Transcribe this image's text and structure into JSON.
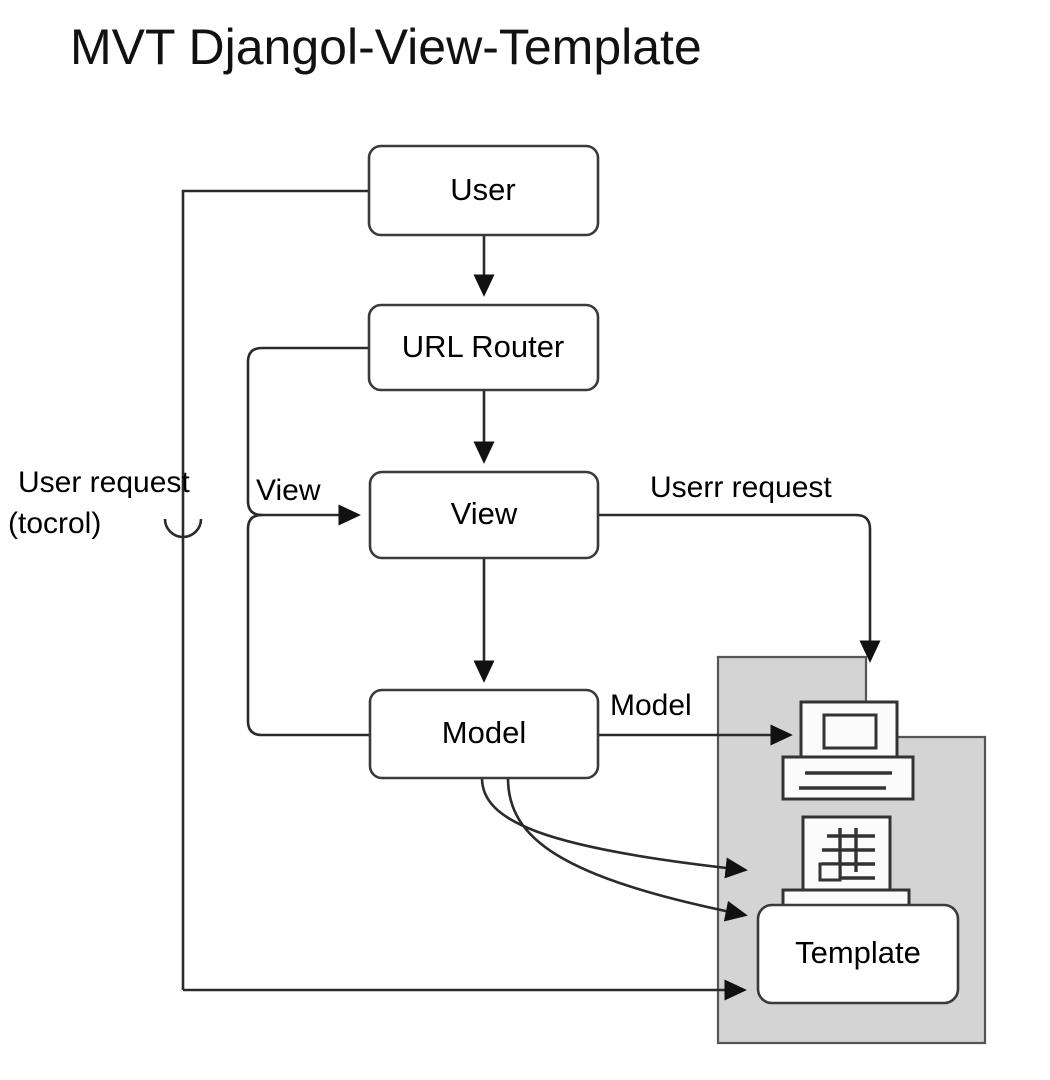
{
  "title": "MVT Djangol-View-Template",
  "nodes": {
    "user": "User",
    "url_router": "URL Router",
    "view": "View",
    "model": "Model",
    "template": "Template"
  },
  "edge_labels": {
    "user_request_line1": "User request",
    "user_request_line2": "(tocrol)",
    "view": "View",
    "userr_request": "Userr request",
    "model": "Model"
  },
  "icons": {
    "computer": "computer-monitor-icon",
    "database": "database-table-icon"
  },
  "colors": {
    "background": "#ffffff",
    "box_fill": "#ffffff",
    "box_stroke": "#3a3a3a",
    "line": "#2b2b2b",
    "group_fill": "#d4d4d4",
    "group_stroke": "#555555",
    "text": "#000000"
  }
}
